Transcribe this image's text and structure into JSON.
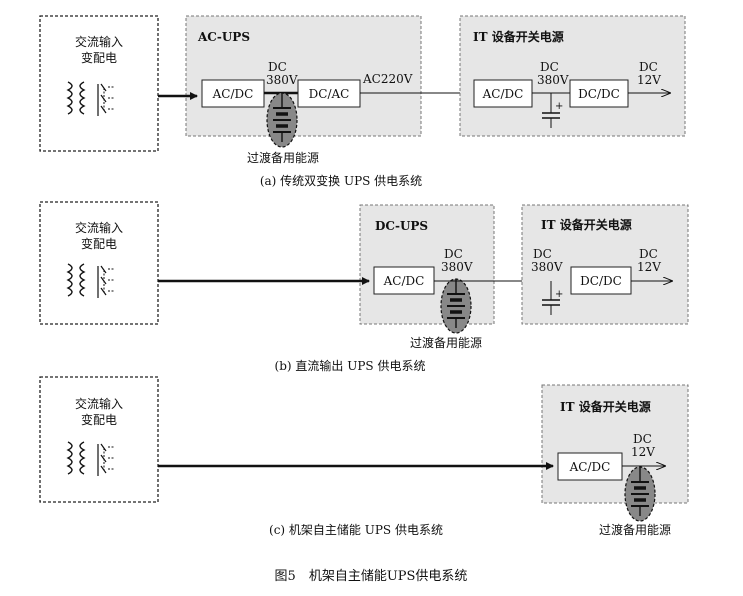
{
  "source": {
    "line1": "交流输入",
    "line2": "变配电"
  },
  "backup_label": "过渡备用能源",
  "panel_a": {
    "ups_title": "AC-UPS",
    "rect1": "AC/DC",
    "bus_top": "DC",
    "bus_bottom": "380V",
    "inverter": "DC/AC",
    "output": "AC220V",
    "it_title": "IT 设备开关电源",
    "it_rect1": "AC/DC",
    "it_bus_top": "DC",
    "it_bus_bottom": "380V",
    "it_rect2": "DC/DC",
    "it_out_top": "DC",
    "it_out_bottom": "12V",
    "cap_plus": "+",
    "caption": "(a) 传统双变换 UPS 供电系统"
  },
  "panel_b": {
    "ups_title": "DC-UPS",
    "rect1": "AC/DC",
    "bus_top": "DC",
    "bus_bottom": "380V",
    "it_title": "IT 设备开关电源",
    "it_in_top": "DC",
    "it_in_bottom": "380V",
    "it_rect": "DC/DC",
    "it_out_top": "DC",
    "it_out_bottom": "12V",
    "cap_plus": "+",
    "caption": "(b) 直流输出 UPS 供电系统"
  },
  "panel_c": {
    "it_title": "IT 设备开关电源",
    "it_rect": "AC/DC",
    "it_out_top": "DC",
    "it_out_bottom": "12V",
    "caption": "(c) 机架自主储能 UPS 供电系统"
  },
  "figure_caption": "图5　机架自主储能UPS供电系统"
}
